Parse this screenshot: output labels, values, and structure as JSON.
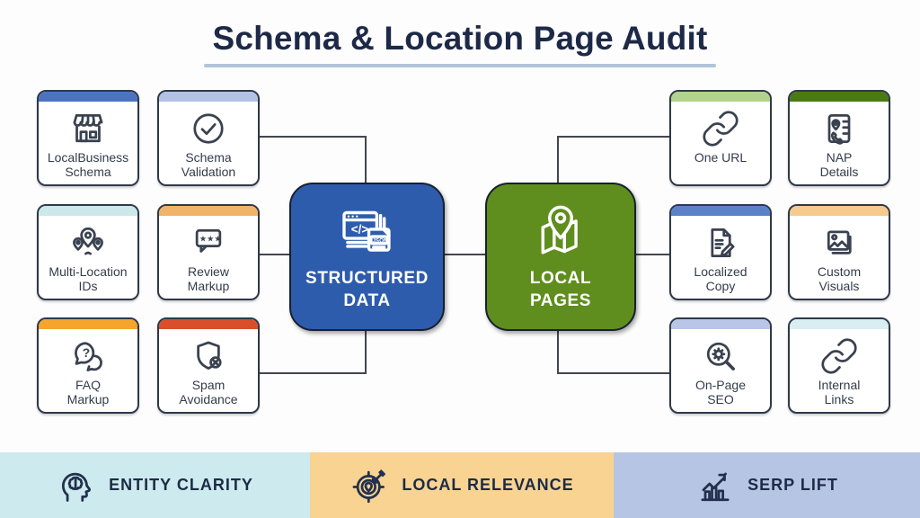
{
  "title": "Schema & Location Page Audit",
  "title_underline_color": "#b0c6d8",
  "connector_color": "#42474f",
  "nodes": {
    "structured": {
      "label": "STRUCTURED\nDATA",
      "color": "#2e5cad",
      "icon": "code-json-icon"
    },
    "local": {
      "label": "LOCAL\nPAGES",
      "color": "#5f8e1e",
      "icon": "map-pin-icon"
    }
  },
  "cards": [
    {
      "label": "LocalBusiness\nSchema",
      "icon": "storefront-icon",
      "accent": "#4d73c0"
    },
    {
      "label": "Schema\nValidation",
      "icon": "check-circle-icon",
      "accent": "#b3c1e4"
    },
    {
      "label": "Multi-Location\nIDs",
      "icon": "multi-location-pins-icon",
      "accent": "#cde8eb"
    },
    {
      "label": "Review\nMarkup",
      "icon": "review-stars-bubble-icon",
      "accent": "#f0b469"
    },
    {
      "label": "FAQ\nMarkup",
      "icon": "question-bubbles-icon",
      "accent": "#f5a42d"
    },
    {
      "label": "Spam\nAvoidance",
      "icon": "shield-block-icon",
      "accent": "#d94f2b"
    },
    {
      "label": "One URL",
      "icon": "link-icon",
      "accent": "#b2d48a"
    },
    {
      "label": "NAP\nDetails",
      "icon": "contact-card-icon",
      "accent": "#4a7a12"
    },
    {
      "label": "Localized\nCopy",
      "icon": "document-pencil-icon",
      "accent": "#5b82c8"
    },
    {
      "label": "Custom\nVisuals",
      "icon": "image-icon",
      "accent": "#f6c98c"
    },
    {
      "label": "On-Page\nSEO",
      "icon": "search-gear-icon",
      "accent": "#b9c6e8"
    },
    {
      "label": "Internal\nLinks",
      "icon": "chain-links-icon",
      "accent": "#d8eef2"
    }
  ],
  "footer": [
    {
      "label": "ENTITY CLARITY",
      "icon": "head-brain-icon",
      "bg": "#cdeaee"
    },
    {
      "label": "LOCAL RELEVANCE",
      "icon": "target-dart-icon",
      "bg": "#f8d392"
    },
    {
      "label": "SERP LIFT",
      "icon": "growth-chart-icon",
      "bg": "#b7c5e4"
    }
  ]
}
